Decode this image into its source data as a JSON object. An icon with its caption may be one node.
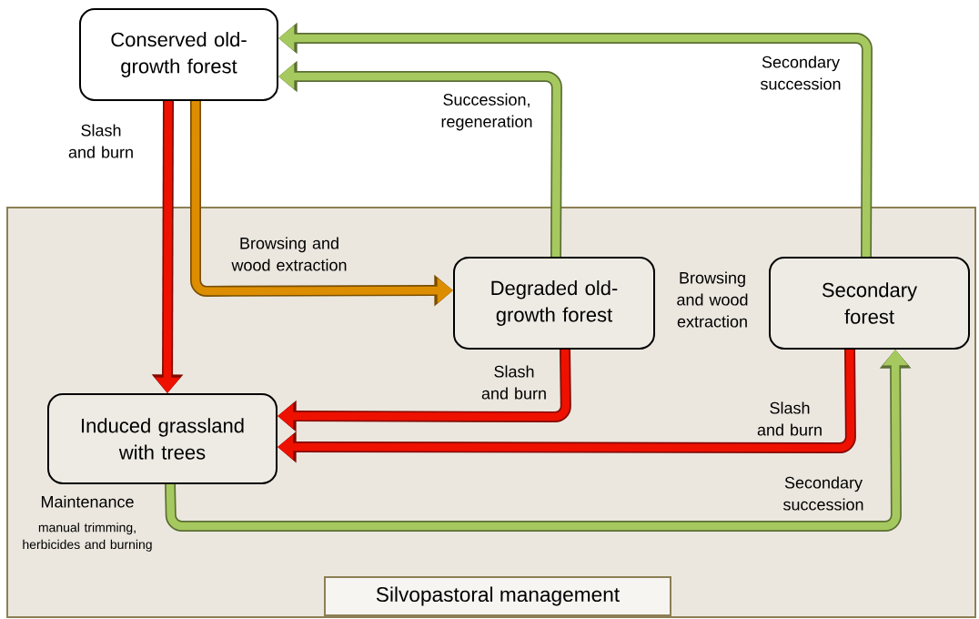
{
  "diagram": {
    "nodes": [
      {
        "text": [
          "Conserved old-growth forest"
        ]
      },
      {
        "text": [
          "Silvopastoral management"
        ]
      },
      {
        "text": [
          "Degraded old-growth forest"
        ],
        "in": 1
      },
      {
        "text": [
          "Secondary forest"
        ],
        "in": 1
      },
      {
        "text": [
          "Induced grassland with trees"
        ],
        "in": 1,
        "beside": [
          "Maintenance",
          "manual trimming, herbicides and burning"
        ]
      }
    ],
    "edges": [
      {
        "from": 0,
        "to": 4,
        "arrow": "to",
        "label": "Slash and burn",
        "color": "#ee1100"
      },
      {
        "from": 0,
        "to": 2,
        "arrow": "to",
        "label": "Browsing and wood extraction",
        "color": "#dd8e00"
      },
      {
        "from": 2,
        "to": 0,
        "arrow": "to",
        "label": "Succession, regeneration",
        "color": "#a6c95f"
      },
      {
        "from": 3,
        "to": 0,
        "arrow": "to",
        "label": "Secondary succession",
        "color": "#a6c95f"
      },
      {
        "from": 2,
        "to": 4,
        "arrow": "to",
        "label": "Slash and burn",
        "color": "#ee1100"
      },
      {
        "from": 3,
        "to": 4,
        "arrow": "to",
        "label": "Slash and burn",
        "color": "#ee1100"
      },
      {
        "from": 4,
        "to": 3,
        "arrow": "to",
        "label": "Secondary succession",
        "color": "#a6c95f"
      }
    ],
    "labels": [
      "Browsing and wood extraction"
    ]
  }
}
